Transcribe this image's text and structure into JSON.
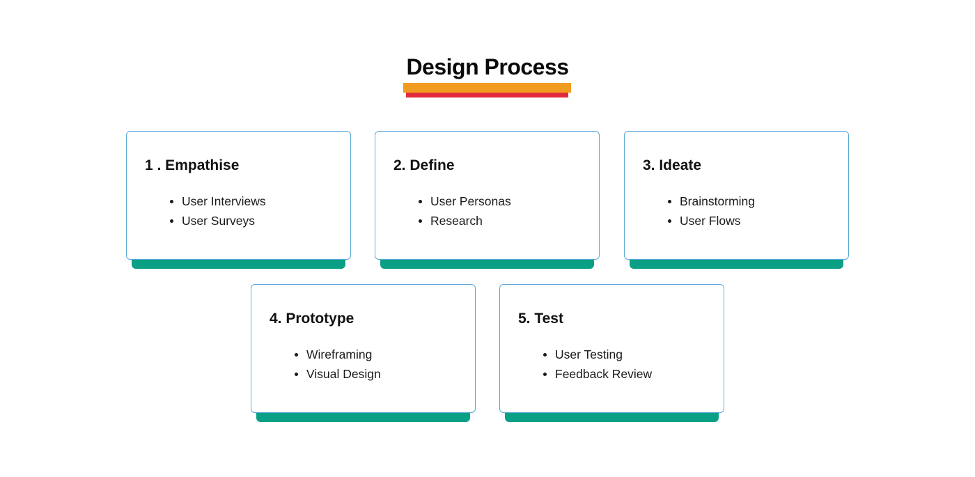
{
  "title": "Design Process",
  "colors": {
    "underline_top": "#f29b21",
    "underline_bottom": "#e12b3c",
    "card_border": "#5aa9d6",
    "card_base": "#0aa085"
  },
  "steps": [
    {
      "title": "1 . Empathise",
      "items": [
        "User Interviews",
        "User Surveys"
      ]
    },
    {
      "title": "2. Define",
      "items": [
        "User Personas",
        "Research"
      ]
    },
    {
      "title": "3. Ideate",
      "items": [
        "Brainstorming",
        "User Flows"
      ]
    },
    {
      "title": "4. Prototype",
      "items": [
        "Wireframing",
        "Visual Design"
      ]
    },
    {
      "title": "5. Test",
      "items": [
        "User Testing",
        "Feedback Review"
      ]
    }
  ]
}
